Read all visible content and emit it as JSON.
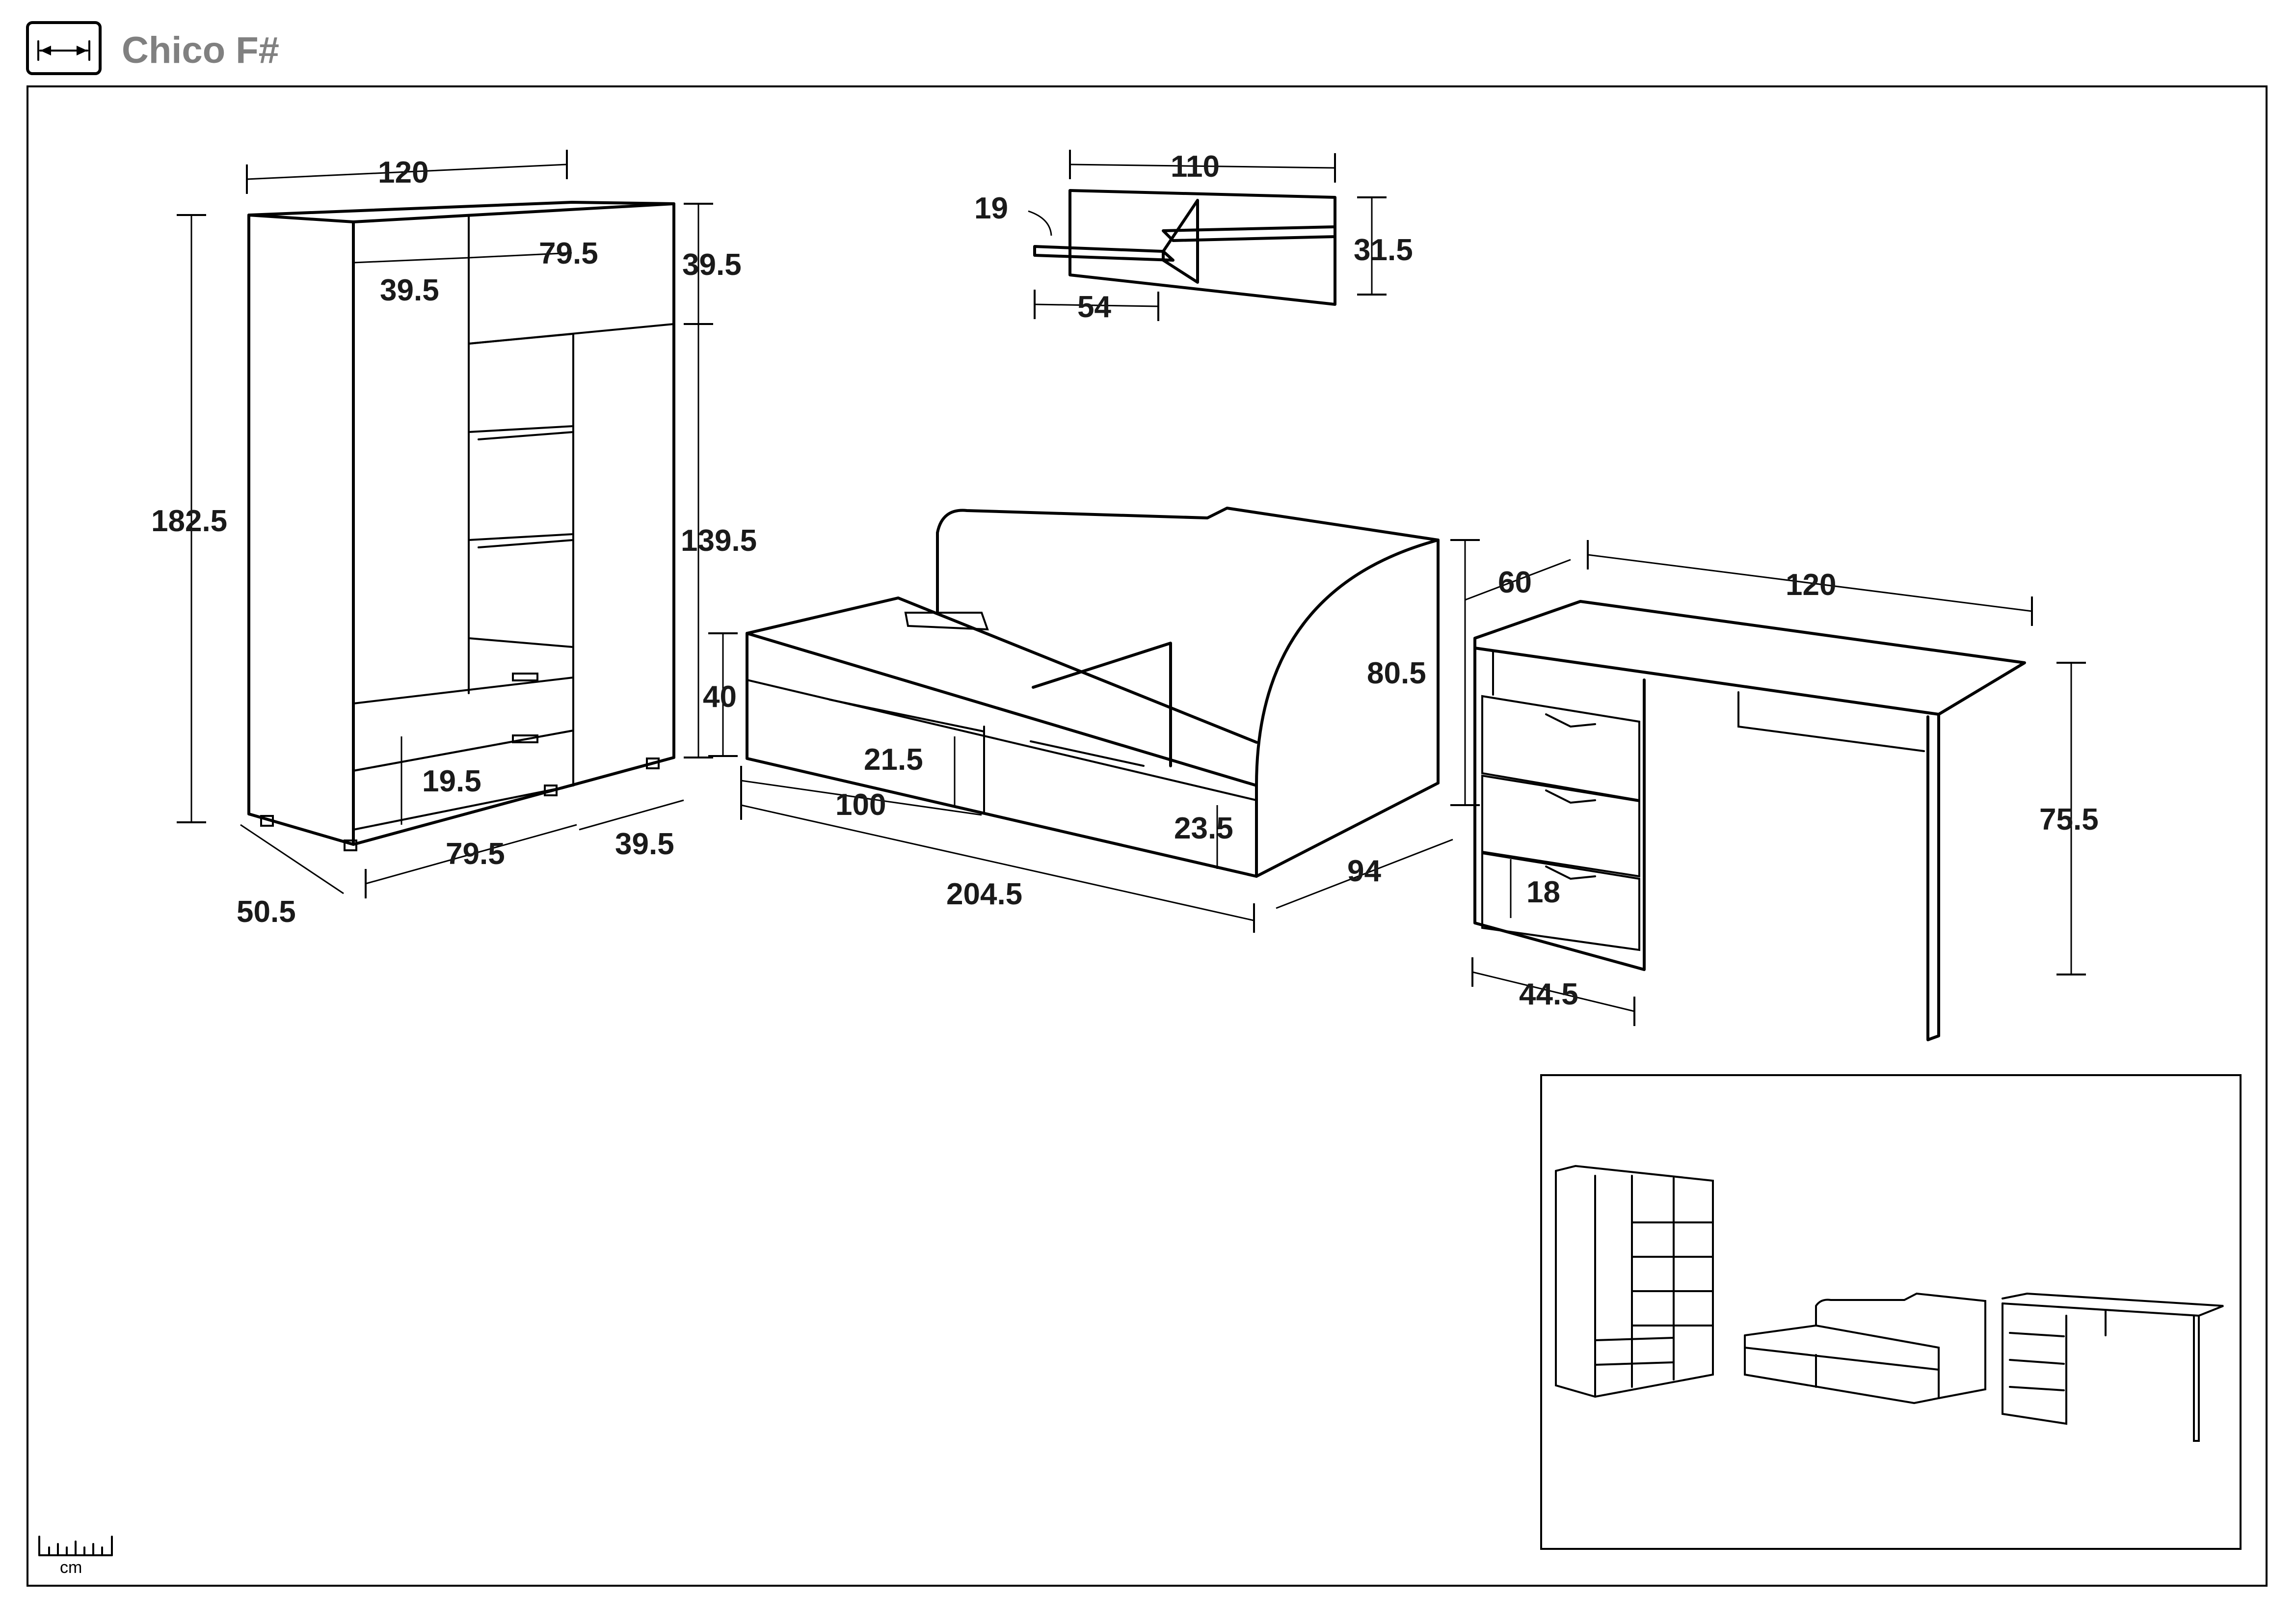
{
  "header": {
    "title": "Chico F#",
    "icon": "dimension-arrow-icon"
  },
  "scale_legend": {
    "unit": "cm"
  },
  "wardrobe": {
    "width": "120",
    "top_right_width": "79.5",
    "left_door_width": "39.5",
    "top_compartment_height": "39.5",
    "total_height": "182.5",
    "lower_height": "139.5",
    "drawer_height": "19.5",
    "depth": "50.5",
    "bottom_width": "79.5",
    "bottom_side_width": "39.5"
  },
  "wall_shelf": {
    "width": "110",
    "height": "31.5",
    "shelf_depth": "19",
    "shelf_width": "54"
  },
  "bed": {
    "frame_height": "40",
    "drawer_height": "21.5",
    "drawer_width": "100",
    "side_drawer_height": "23.5",
    "length": "204.5",
    "depth": "94",
    "total_height": "80.5"
  },
  "desk": {
    "depth": "60",
    "width": "120",
    "height": "75.5",
    "drawer_height": "18",
    "cabinet_width": "44.5"
  },
  "colors": {
    "line": "#000000",
    "title": "#808080",
    "background": "#ffffff"
  }
}
